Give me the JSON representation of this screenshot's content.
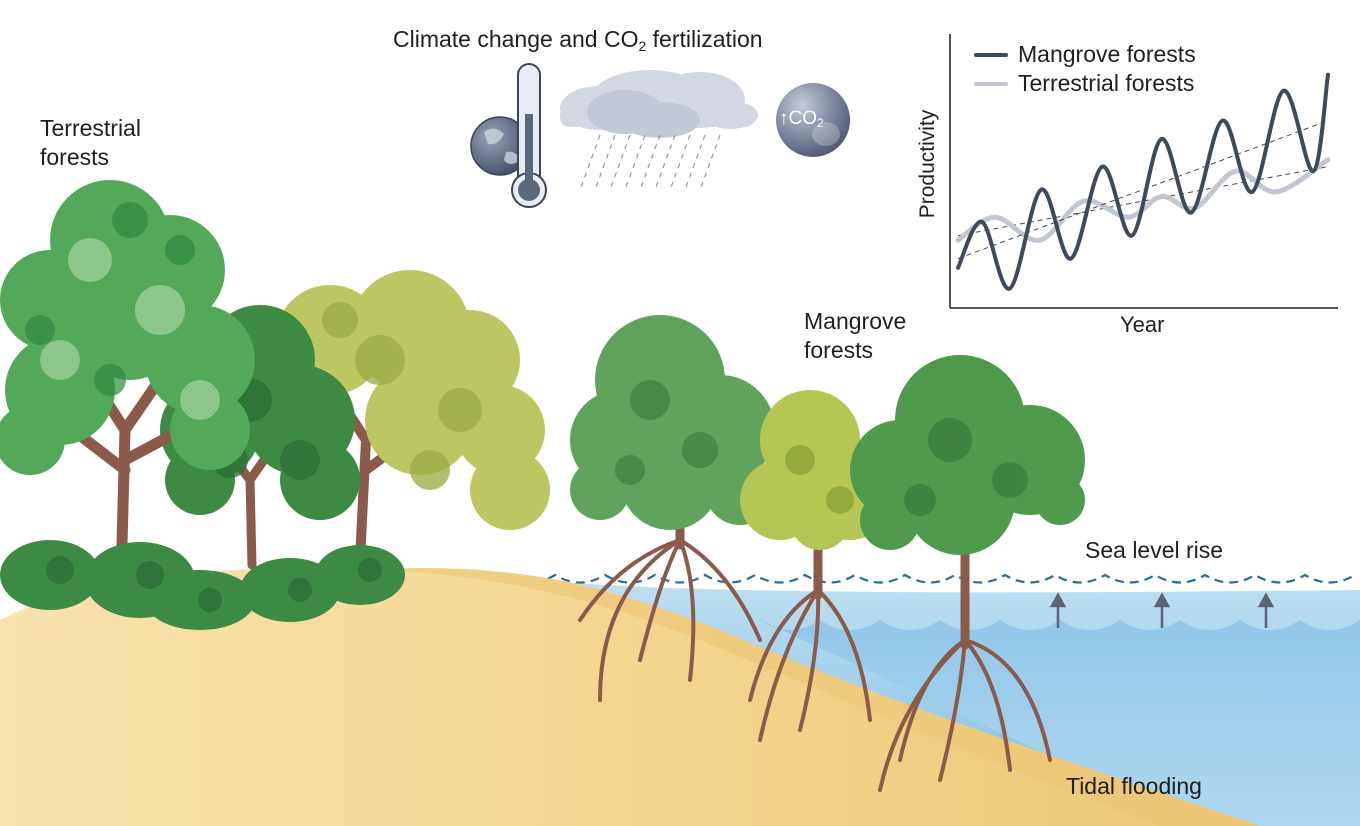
{
  "labels": {
    "climate_prefix": "Climate change and CO",
    "climate_sub": "2",
    "climate_suffix": " fertilization",
    "terrestrial_line1": "Terrestrial",
    "terrestrial_line2": "forests",
    "mangrove_line1": "Mangrove",
    "mangrove_line2": "forests",
    "sea_level": "Sea level rise",
    "tidal": "Tidal flooding",
    "co2_arrow": "↑CO",
    "co2_sub": "2"
  },
  "icons": [
    "globe-icon",
    "thermometer-icon",
    "rain-cloud-icon",
    "co2-bubble-icon"
  ],
  "colors": {
    "mangrove_line": "#3d4a5e",
    "terrestrial_line": "#c2c6d2",
    "sand": "#f3d58f",
    "water": "#8fc6e8",
    "trunk": "#8a5a4a"
  },
  "chart_data": {
    "type": "line",
    "xlabel": "Year",
    "ylabel": "Productivity",
    "ylim": [
      0,
      1
    ],
    "grid": false,
    "legend_placement": "top-left",
    "x": [
      0,
      0.5,
      1,
      1.5,
      2,
      2.5,
      3,
      3.5,
      4,
      4.5,
      5,
      5.5,
      6,
      6.5,
      7,
      7.5,
      8,
      8.5,
      9,
      9.5,
      10
    ],
    "series": [
      {
        "name": "Mangrove forests",
        "values": [
          0.14,
          0.34,
          0.05,
          0.48,
          0.18,
          0.58,
          0.28,
          0.7,
          0.38,
          0.78,
          0.47,
          0.91,
          0.56,
          0.98
        ],
        "x": [
          0,
          0.65,
          1.4,
          2.25,
          3.05,
          3.9,
          4.7,
          5.5,
          6.3,
          7.15,
          7.95,
          8.8,
          9.6,
          10
        ],
        "trend": [
          0.18,
          0.78
        ]
      },
      {
        "name": "Terrestrial forests",
        "values": [
          0.26,
          0.36,
          0.26,
          0.43,
          0.36,
          0.45,
          0.4,
          0.56,
          0.47,
          0.61
        ],
        "x": [
          0,
          1.0,
          2.2,
          3.4,
          4.6,
          5.5,
          6.4,
          7.5,
          8.6,
          10
        ],
        "trend": [
          0.28,
          0.58
        ]
      }
    ]
  }
}
